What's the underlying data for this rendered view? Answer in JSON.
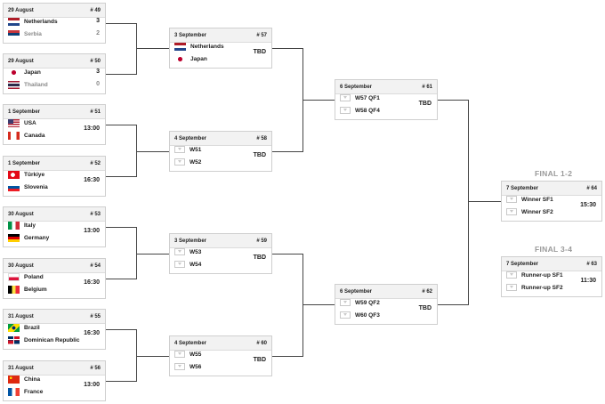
{
  "r16": [
    {
      "date": "29 August",
      "num": "# 49",
      "t1": "Netherlands",
      "t2": "Serbia",
      "s1": "3",
      "s2": "2",
      "f1": "nl",
      "f2": "rs",
      "loser": 2
    },
    {
      "date": "29 August",
      "num": "# 50",
      "t1": "Japan",
      "t2": "Thailand",
      "s1": "3",
      "s2": "0",
      "f1": "jp",
      "f2": "th",
      "loser": 2
    },
    {
      "date": "1 September",
      "num": "# 51",
      "t1": "USA",
      "t2": "Canada",
      "time": "13:00",
      "f1": "us",
      "f2": "ca"
    },
    {
      "date": "1 September",
      "num": "# 52",
      "t1": "Türkiye",
      "t2": "Slovenia",
      "time": "16:30",
      "f1": "tr",
      "f2": "si"
    },
    {
      "date": "30 August",
      "num": "# 53",
      "t1": "Italy",
      "t2": "Germany",
      "time": "13:00",
      "f1": "it",
      "f2": "de"
    },
    {
      "date": "30 August",
      "num": "# 54",
      "t1": "Poland",
      "t2": "Belgium",
      "time": "16:30",
      "f1": "pl",
      "f2": "be"
    },
    {
      "date": "31 August",
      "num": "# 55",
      "t1": "Brazil",
      "t2": "Dominican Republic",
      "time": "16:30",
      "f1": "br",
      "f2": "do"
    },
    {
      "date": "31 August",
      "num": "# 56",
      "t1": "China",
      "t2": "France",
      "time": "13:00",
      "f1": "cn",
      "f2": "fr"
    }
  ],
  "qf": [
    {
      "date": "3 September",
      "num": "# 57",
      "t1": "Netherlands",
      "t2": "Japan",
      "time": "TBD",
      "f1": "nl",
      "f2": "jp"
    },
    {
      "date": "4 September",
      "num": "# 58",
      "t1": "W51",
      "t2": "W52",
      "time": "TBD"
    },
    {
      "date": "3 September",
      "num": "# 59",
      "t1": "W53",
      "t2": "W54",
      "time": "TBD"
    },
    {
      "date": "4 September",
      "num": "# 60",
      "t1": "W55",
      "t2": "W56",
      "time": "TBD"
    }
  ],
  "sf": [
    {
      "date": "6 September",
      "num": "# 61",
      "t1": "W57 QF1",
      "t2": "W58 QF4",
      "time": "TBD"
    },
    {
      "date": "6 September",
      "num": "# 62",
      "t1": "W59 QF2",
      "t2": "W60 QF3",
      "time": "TBD"
    }
  ],
  "finals": [
    {
      "label": "FINAL 1-2",
      "date": "7 September",
      "num": "# 64",
      "t1": "Winner SF1",
      "t2": "Winner SF2",
      "time": "15:30"
    },
    {
      "label": "FINAL 3-4",
      "date": "7 September",
      "num": "# 63",
      "t1": "Runner-up SF1",
      "t2": "Runner-up SF2",
      "time": "11:30"
    }
  ]
}
